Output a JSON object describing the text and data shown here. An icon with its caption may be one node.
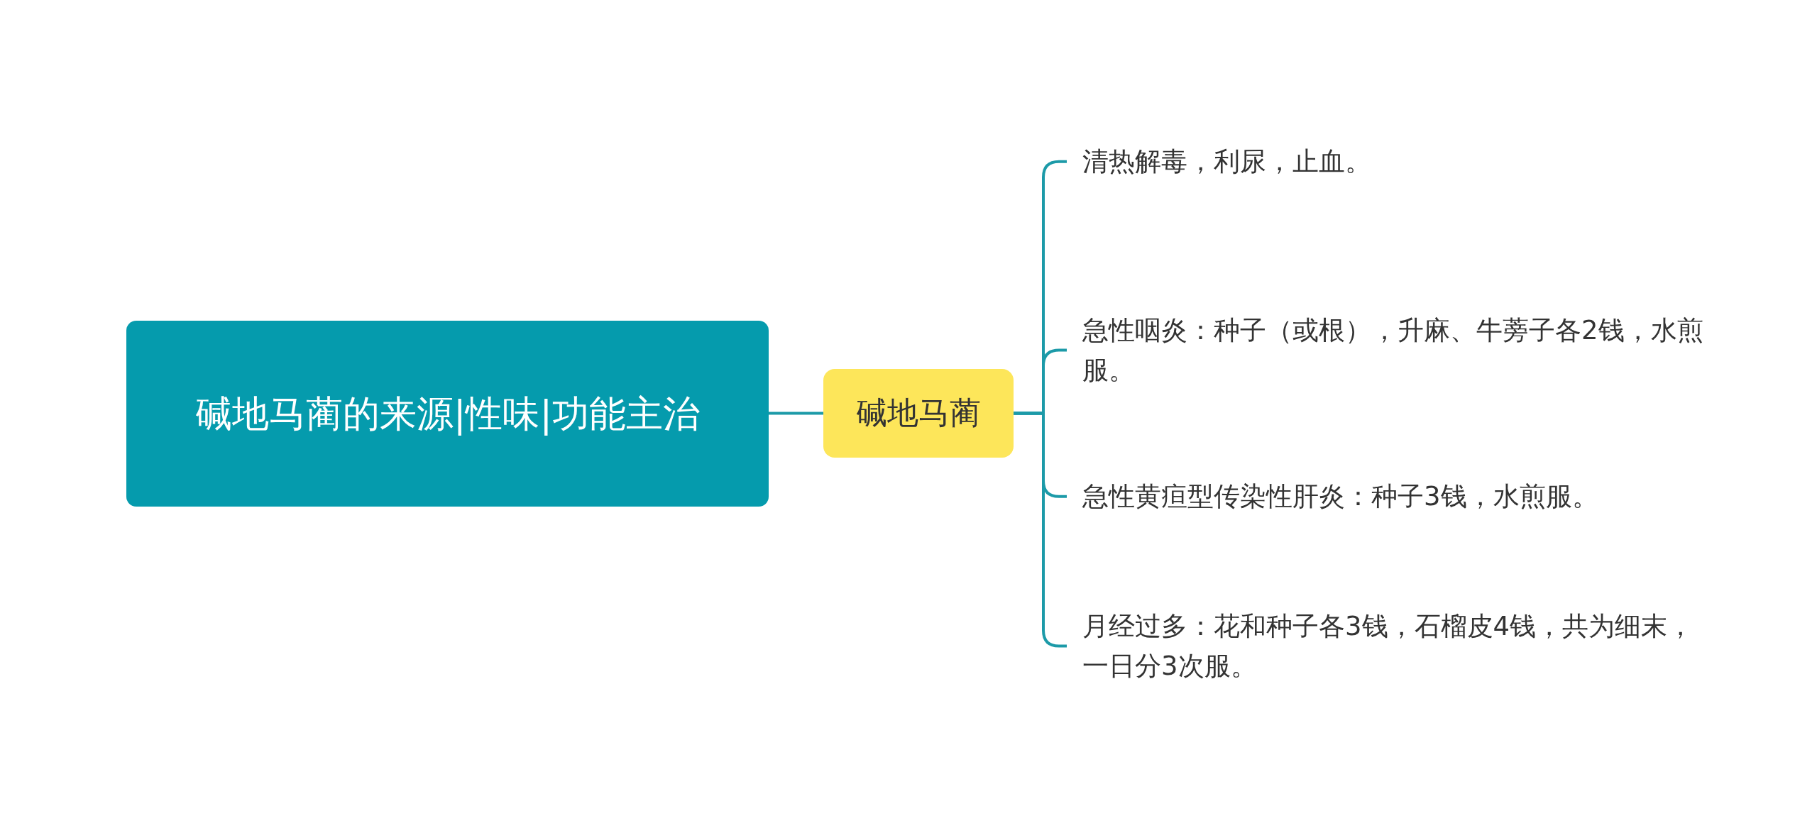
{
  "diagram": {
    "nodes": [
      {
        "text": [
          "碱地马蔺的来源|性味|功能主治"
        ]
      },
      {
        "text": [
          "碱地马蔺"
        ]
      },
      {
        "text": [
          "清热解毒，利尿，止血。"
        ]
      },
      {
        "text": [
          "急性咽炎：种子（或根），升麻、牛蒡子各2钱，水煎服。"
        ]
      },
      {
        "text": [
          "急性黄疸型传染性肝炎：种子3钱，水煎服。"
        ]
      },
      {
        "text": [
          "月经过多：花和种子各3钱，石榴皮4钱，共为细末，一日分3次服。"
        ]
      }
    ],
    "edges": [
      {
        "from": 0,
        "to": 1,
        "arrow": "none"
      },
      {
        "from": 1,
        "to": 2,
        "arrow": "none"
      },
      {
        "from": 1,
        "to": 3,
        "arrow": "none"
      },
      {
        "from": 1,
        "to": 4,
        "arrow": "none"
      },
      {
        "from": 1,
        "to": 5,
        "arrow": "none"
      }
    ]
  }
}
